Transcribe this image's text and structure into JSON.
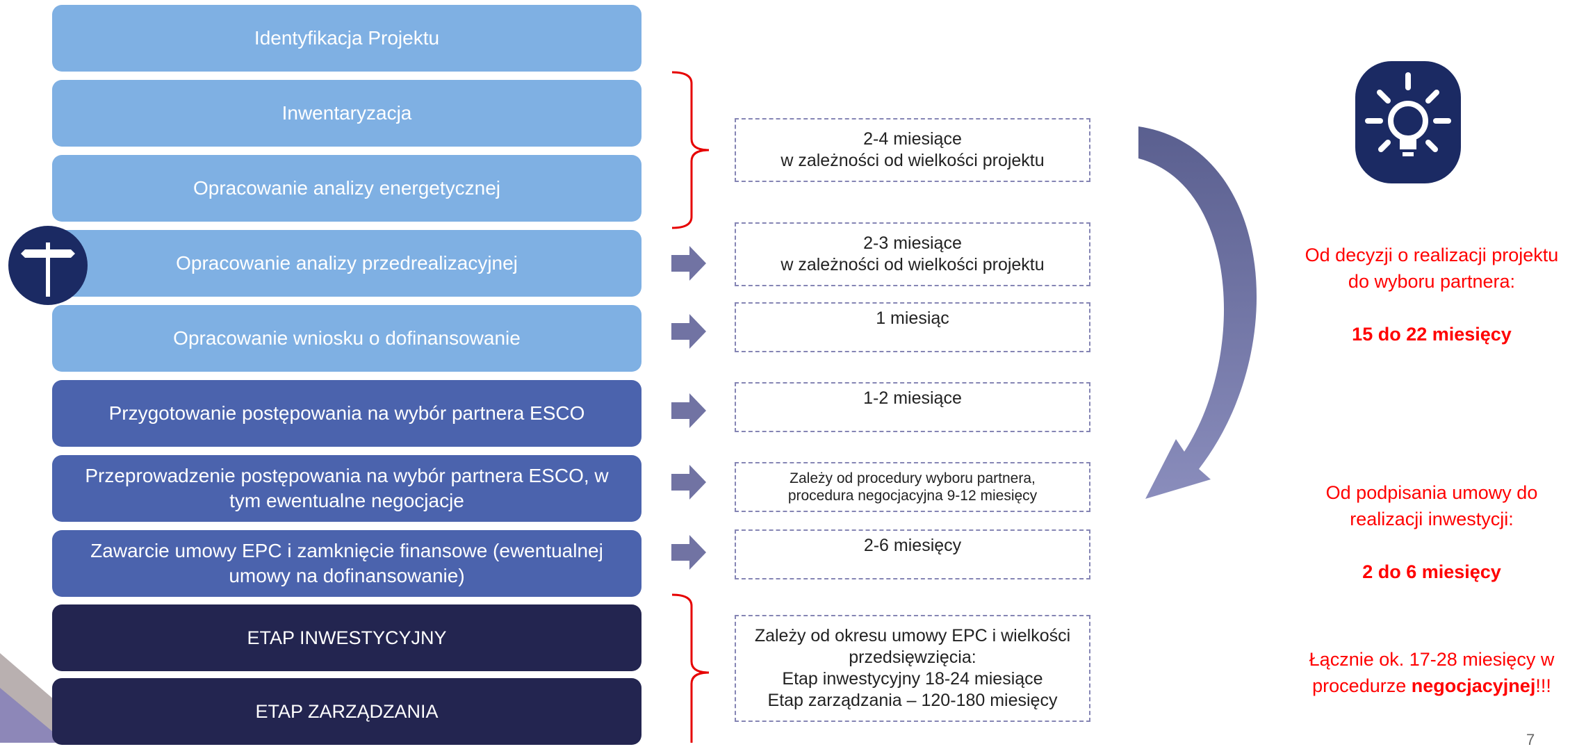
{
  "stages": [
    {
      "label": "Identyfikacja Projektu"
    },
    {
      "label": "Inwentaryzacja"
    },
    {
      "label": "Opracowanie analizy energetycznej"
    },
    {
      "label": "Opracowanie analizy przedrealizacyjnej"
    },
    {
      "label": "Opracowanie wniosku o dofinansowanie"
    },
    {
      "label": "Przygotowanie postępowania na wybór partnera ESCO"
    },
    {
      "label": "Przeprowadzenie postępowania na wybór partnera ESCO, w tym ewentualne negocjacje"
    },
    {
      "label": "Zawarcie umowy EPC i zamknięcie finansowe (ewentualnej umowy na dofinansowanie)"
    },
    {
      "label": "ETAP INWESTYCYJNY"
    },
    {
      "label": "ETAP ZARZĄDZANIA"
    }
  ],
  "durations": [
    {
      "line1": "2-4 miesiące",
      "line2": "w zależności od wielkości projektu"
    },
    {
      "line1": "2-3 miesiące",
      "line2": "w zależności od wielkości projektu"
    },
    {
      "line1": "1 miesiąc"
    },
    {
      "line1": "1-2 miesiące"
    },
    {
      "line1": "Zależy od procedury wyboru partnera,",
      "line2": "procedura negocjacyjna 9-12 miesięcy"
    },
    {
      "line1": "2-6 miesięcy"
    },
    {
      "line1": "Zależy od okresu umowy EPC i wielkości",
      "line2": "przedsięwzięcia:",
      "line3": "Etap inwestycyjny 18-24 miesiące",
      "line4": "Etap zarządzania – 120-180 miesięcy"
    }
  ],
  "notes": {
    "n1_line1": "Od decyzji o realizacji projektu",
    "n1_line2": "do wyboru partnera:",
    "n1_value": "15 do 22 miesięcy",
    "n2_line1": "Od podpisania umowy do",
    "n2_line2": "realizacji inwestycji:",
    "n2_value": "2 do 6 miesięcy",
    "n3_line1": "Łącznie ok. 17-28 miesięcy w",
    "n3_pre": "procedurze ",
    "n3_bold": "negocjacyjnej",
    "n3_post": "!!!"
  },
  "page_number": "7",
  "icons": {
    "roadsign": "signpost-icon",
    "idea": "lightbulb-icon"
  },
  "colors": {
    "light_stage": "#7fb0e3",
    "mid_stage": "#4b63ad",
    "dark_stage": "#232550",
    "bracket": "#e60000",
    "arrow": "#7173a3",
    "note_text": "#ff0000"
  }
}
